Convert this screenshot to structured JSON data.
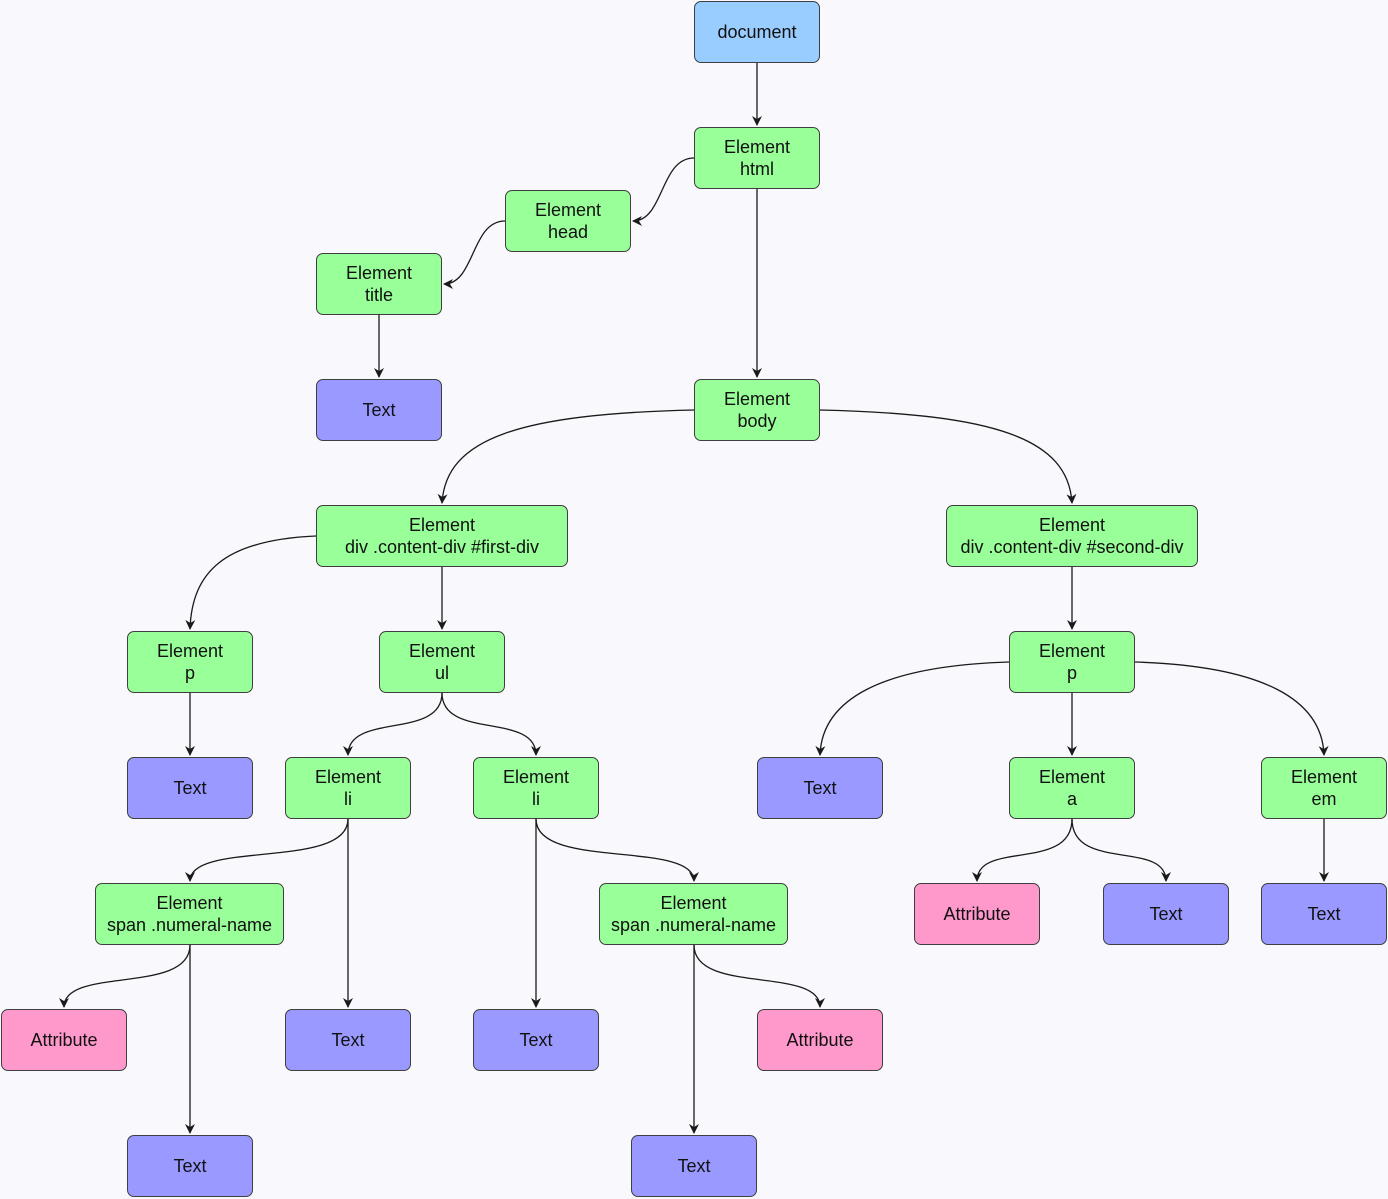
{
  "colors": {
    "document": "#99ccff",
    "element": "#99ff99",
    "text": "#9999ff",
    "attribute": "#ff99cc",
    "edge": "#1a1a1a"
  },
  "nodes": {
    "document": {
      "line1": "document",
      "line2": "",
      "kind": "document"
    },
    "html": {
      "line1": "Element",
      "line2": "html",
      "kind": "element"
    },
    "head": {
      "line1": "Element",
      "line2": "head",
      "kind": "element"
    },
    "title": {
      "line1": "Element",
      "line2": "title",
      "kind": "element"
    },
    "title_text": {
      "line1": "Text",
      "line2": "",
      "kind": "text"
    },
    "body": {
      "line1": "Element",
      "line2": "body",
      "kind": "element"
    },
    "div_first": {
      "line1": "Element",
      "line2": "div .content-div #first-div",
      "kind": "element"
    },
    "div_second": {
      "line1": "Element",
      "line2": "div .content-div #second-div",
      "kind": "element"
    },
    "p1": {
      "line1": "Element",
      "line2": "p",
      "kind": "element"
    },
    "ul": {
      "line1": "Element",
      "line2": "ul",
      "kind": "element"
    },
    "p2": {
      "line1": "Element",
      "line2": "p",
      "kind": "element"
    },
    "p1_text": {
      "line1": "Text",
      "line2": "",
      "kind": "text"
    },
    "li1": {
      "line1": "Element",
      "line2": "li",
      "kind": "element"
    },
    "li2": {
      "line1": "Element",
      "line2": "li",
      "kind": "element"
    },
    "p2_text": {
      "line1": "Text",
      "line2": "",
      "kind": "text"
    },
    "a": {
      "line1": "Element",
      "line2": "a",
      "kind": "element"
    },
    "em": {
      "line1": "Element",
      "line2": "em",
      "kind": "element"
    },
    "span1": {
      "line1": "Element",
      "line2": "span .numeral-name",
      "kind": "element"
    },
    "span2": {
      "line1": "Element",
      "line2": "span .numeral-name",
      "kind": "element"
    },
    "a_attr": {
      "line1": "Attribute",
      "line2": "",
      "kind": "attribute"
    },
    "a_text": {
      "line1": "Text",
      "line2": "",
      "kind": "text"
    },
    "em_text": {
      "line1": "Text",
      "line2": "",
      "kind": "text"
    },
    "span1_attr": {
      "line1": "Attribute",
      "line2": "",
      "kind": "attribute"
    },
    "li1_text": {
      "line1": "Text",
      "line2": "",
      "kind": "text"
    },
    "li2_text": {
      "line1": "Text",
      "line2": "",
      "kind": "text"
    },
    "span2_attr": {
      "line1": "Attribute",
      "line2": "",
      "kind": "attribute"
    },
    "span1_text": {
      "line1": "Text",
      "line2": "",
      "kind": "text"
    },
    "span2_text": {
      "line1": "Text",
      "line2": "",
      "kind": "text"
    }
  }
}
